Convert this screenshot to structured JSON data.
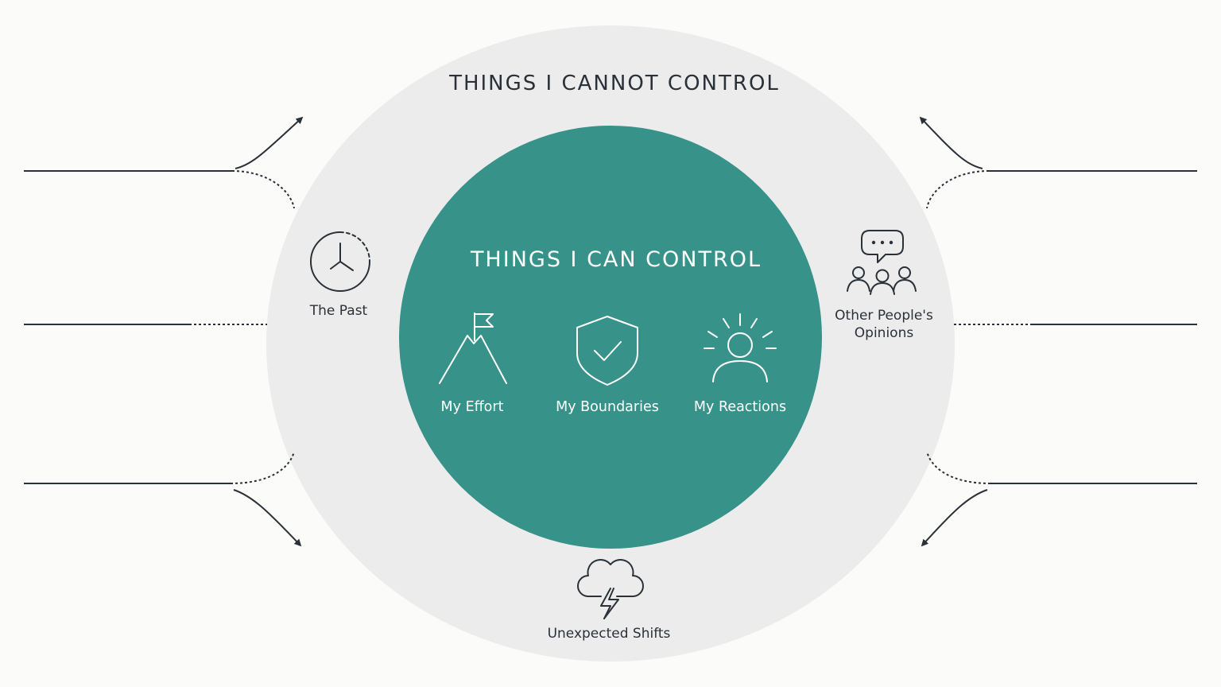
{
  "diagram": {
    "outer_title": "THINGS I CANNOT CONTROL",
    "inner_title": "THINGS I CAN CONTROL",
    "inner_items": [
      {
        "label": "My Effort",
        "icon": "mountain-flag-icon"
      },
      {
        "label": "My Boundaries",
        "icon": "shield-check-icon"
      },
      {
        "label": "My Reactions",
        "icon": "person-radiating-icon"
      }
    ],
    "outer_items": [
      {
        "label": "The Past",
        "icon": "clock-icon"
      },
      {
        "label": "Other People's",
        "label_line2": "Opinions",
        "icon": "group-speech-bubble-icon"
      },
      {
        "label": "Unexpected Shifts",
        "icon": "storm-cloud-icon"
      }
    ],
    "colors": {
      "background": "#fbfbf9",
      "outer_circle": "#ececec",
      "inner_circle": "#379389",
      "ink": "#2b3138",
      "inner_text": "#ffffff"
    }
  }
}
